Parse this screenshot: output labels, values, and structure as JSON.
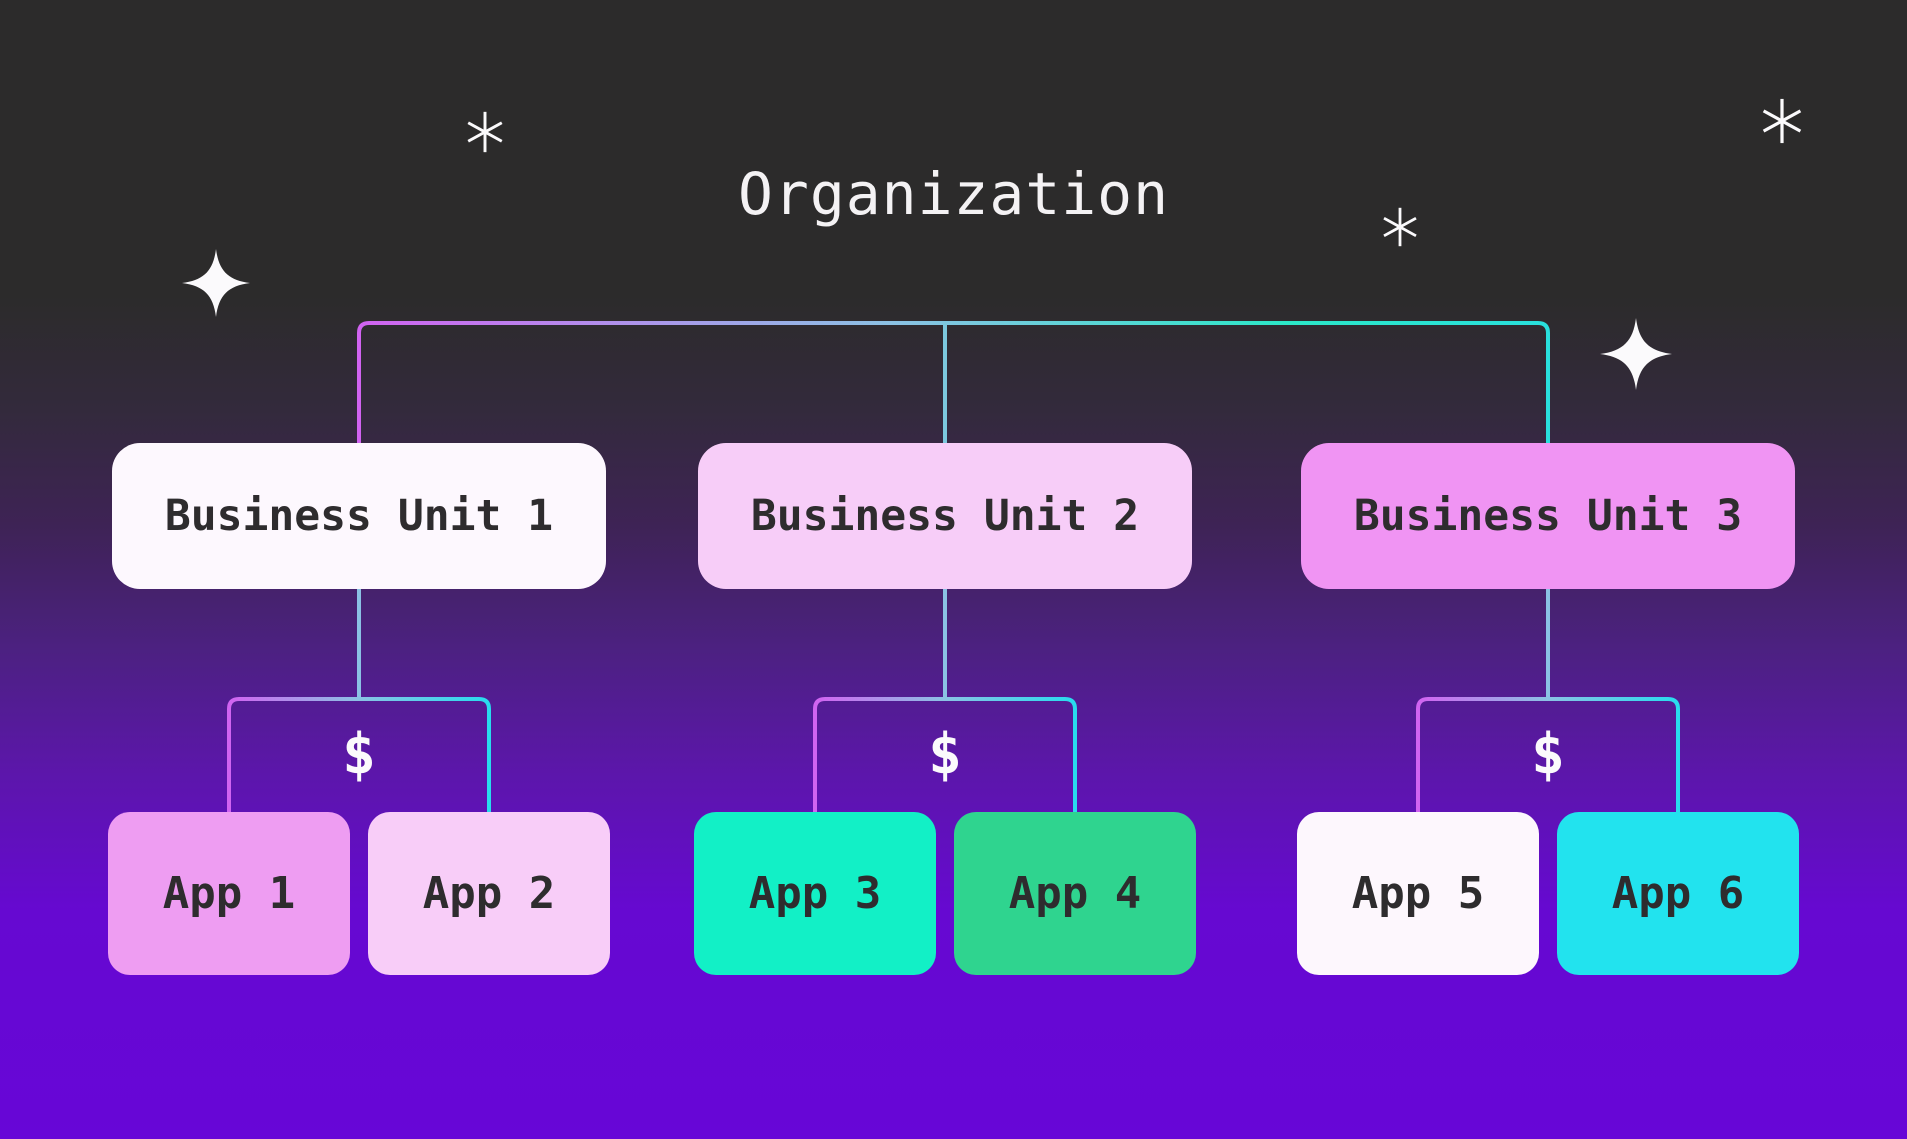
{
  "title": "Organization",
  "colors": {
    "background_top": "#2c2b2b",
    "background_bottom": "#6706d7",
    "connector_magenta": "#d163f1",
    "connector_light_blue": "#8bc2e4",
    "connector_cyan": "#28dcee",
    "connector_teal": "#2be8c8",
    "box_text": "#2e2c2e",
    "title_text": "#f4f2f4",
    "decoration_color": "#fbfafc"
  },
  "org": {
    "units": [
      {
        "label": "Business Unit 1",
        "color": "#fdf8fe",
        "currency": "$",
        "apps": [
          {
            "label": "App 1",
            "color": "#ee9df2"
          },
          {
            "label": "App 2",
            "color": "#f8cdf8"
          }
        ]
      },
      {
        "label": "Business Unit 2",
        "color": "#f7cdf8",
        "currency": "$",
        "apps": [
          {
            "label": "App 3",
            "color": "#12f0c6"
          },
          {
            "label": "App 4",
            "color": "#2fd48f"
          }
        ]
      },
      {
        "label": "Business Unit 3",
        "color": "#f094f3",
        "currency": "$",
        "apps": [
          {
            "label": "App 5",
            "color": "#fdf7fd"
          },
          {
            "label": "App 6",
            "color": "#22e3ee"
          }
        ]
      }
    ]
  }
}
